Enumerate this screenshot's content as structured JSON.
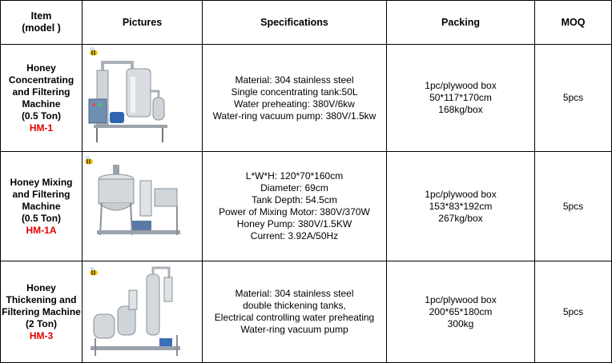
{
  "headers": {
    "item": [
      "Item",
      "(model )"
    ],
    "pictures": "Pictures",
    "specifications": "Specifications",
    "packing": "Packing",
    "moq": "MOQ"
  },
  "rows": [
    {
      "name_lines": [
        "Honey",
        "Concentrating",
        "and Filtering",
        "Machine",
        "(0.5 Ton)"
      ],
      "model": "HM-1",
      "image": "honey-concentrating-machine-photo",
      "specs": [
        "Material: 304 stainless steel",
        "Single concentrating tank:50L",
        "Water preheating: 380V/6kw",
        "Water-ring vacuum pump: 380V/1.5kw"
      ],
      "packing": [
        "1pc/plywood box",
        "50*117*170cm",
        "168kg/box"
      ],
      "moq": "5pcs"
    },
    {
      "name_lines": [
        "Honey Mixing",
        "and Filtering",
        "Machine",
        "(0.5 Ton)"
      ],
      "model": "HM-1A",
      "image": "honey-mixing-machine-photo",
      "specs": [
        "L*W*H: 120*70*160cm",
        "Diameter: 69cm",
        "Tank Depth: 54.5cm",
        "Power of Mixing Motor: 380V/370W",
        "Honey Pump: 380V/1.5KW",
        "Current: 3.92A/50Hz"
      ],
      "packing": [
        "1pc/plywood box",
        "153*83*192cm",
        "267kg/box"
      ],
      "moq": "5pcs"
    },
    {
      "name_lines": [
        "Honey",
        "Thickening and",
        "Filtering Machine",
        "(2 Ton)"
      ],
      "model": "HM-3",
      "image": "honey-thickening-machine-photo",
      "specs": [
        "Material: 304 stainless steel",
        "double thickening tanks,",
        "Electrical controlling water preheating",
        "Water-ring vacuum pump"
      ],
      "packing": [
        "1pc/plywood box",
        "200*65*180cm",
        "300kg"
      ],
      "moq": "5pcs"
    }
  ]
}
